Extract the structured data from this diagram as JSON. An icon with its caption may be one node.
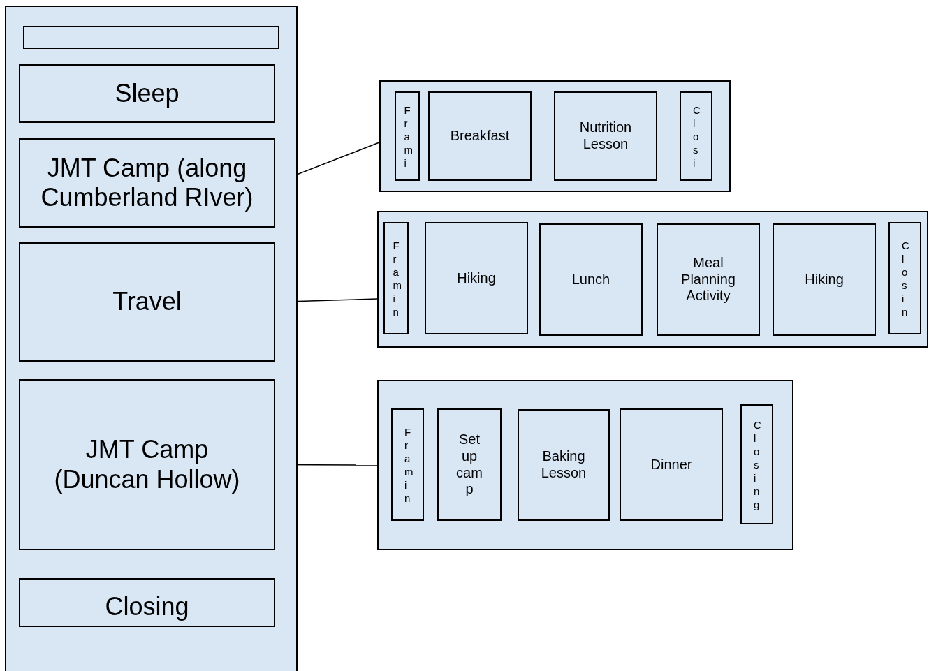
{
  "diagram": {
    "nodes": [
      {
        "text": [],
        "shape": "box"
      },
      {
        "text": [],
        "shape": "bar",
        "in": 0
      },
      {
        "text": [
          "Sleep"
        ],
        "in": 0
      },
      {
        "text": [
          "JMT Camp (along Cumberland RIver)"
        ],
        "in": 0
      },
      {
        "text": [
          "Travel"
        ],
        "in": 0
      },
      {
        "text": [
          "JMT Camp (Duncan Hollow)"
        ],
        "in": 0
      },
      {
        "text": [
          "Closing"
        ],
        "in": 0
      },
      {
        "text": [],
        "shape": "box"
      },
      {
        "text": [
          "Frami"
        ],
        "in": 7
      },
      {
        "text": [
          "Breakfast"
        ],
        "in": 7
      },
      {
        "text": [
          "Nutrition Lesson"
        ],
        "in": 7
      },
      {
        "text": [
          "Closi"
        ],
        "in": 7
      },
      {
        "text": [],
        "shape": "box"
      },
      {
        "text": [
          "Framin"
        ],
        "in": 12
      },
      {
        "text": [
          "Hiking"
        ],
        "in": 12
      },
      {
        "text": [
          "Lunch"
        ],
        "in": 12
      },
      {
        "text": [
          "Meal Planning Activity"
        ],
        "in": 12
      },
      {
        "text": [
          "Hiking"
        ],
        "in": 12
      },
      {
        "text": [
          "Closin"
        ],
        "in": 12
      },
      {
        "text": [],
        "shape": "box"
      },
      {
        "text": [
          "Framin"
        ],
        "in": 19
      },
      {
        "text": [
          "Set up camp"
        ],
        "in": 19
      },
      {
        "text": [
          "Baking Lesson"
        ],
        "in": 19
      },
      {
        "text": [
          "Dinner"
        ],
        "in": 19
      },
      {
        "text": [
          "Closing"
        ],
        "in": 19
      }
    ],
    "edges": [
      {
        "from": 3,
        "to": 7,
        "arrow": "none"
      },
      {
        "from": 4,
        "to": 12,
        "arrow": "none"
      },
      {
        "from": 5,
        "to": 19,
        "arrow": "none"
      }
    ]
  }
}
